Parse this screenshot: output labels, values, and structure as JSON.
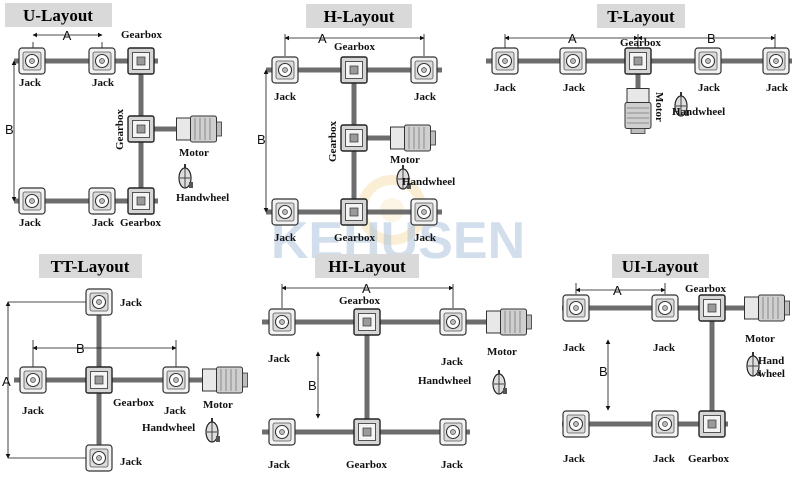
{
  "watermark": "KEHUSEN",
  "labels": {
    "jack": "Jack",
    "gearbox": "Gearbox",
    "motor": "Motor",
    "handwheel": "Handwheel",
    "hand": "Hand",
    "wheel": "wheel",
    "dim_a": "A",
    "dim_b": "B"
  },
  "layouts": [
    {
      "id": "u",
      "title": "U-Layout"
    },
    {
      "id": "h",
      "title": "H-Layout"
    },
    {
      "id": "t",
      "title": "T-Layout"
    },
    {
      "id": "tt",
      "title": "TT-Layout"
    },
    {
      "id": "hi",
      "title": "HI-Layout"
    },
    {
      "id": "ui",
      "title": "UI-Layout"
    }
  ]
}
